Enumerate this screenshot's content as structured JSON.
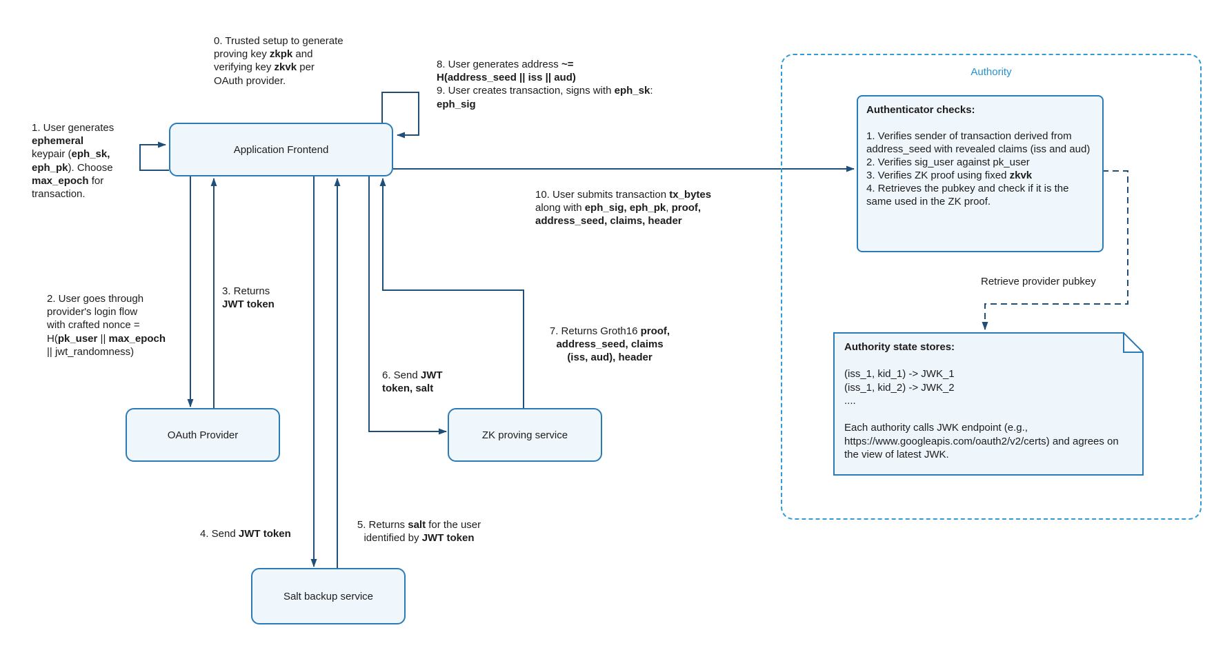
{
  "colors": {
    "box_border": "#2a7ab8",
    "box_fill": "#f0f7fc",
    "arrow": "#1f4e79",
    "authority_border": "#2e9bd6",
    "authority_text": "#2492ce"
  },
  "nodes": {
    "frontend": {
      "label": "Application Frontend"
    },
    "oauth": {
      "label": "OAuth Provider"
    },
    "zk": {
      "label": "ZK proving service"
    },
    "salt": {
      "label": "Salt backup service"
    }
  },
  "annotations": {
    "step0": {
      "segments": [
        {
          "t": "0. Trusted setup to generate\nproving key "
        },
        {
          "t": "zkpk",
          "b": true
        },
        {
          "t": " and\nverifying key "
        },
        {
          "t": "zkvk",
          "b": true
        },
        {
          "t": " per\nOAuth provider."
        }
      ]
    },
    "step89": {
      "segments": [
        {
          "t": "8. User generates address "
        },
        {
          "t": "~=",
          "b": true
        },
        {
          "t": "\n"
        },
        {
          "t": "H(address_seed || iss || aud)",
          "b": true
        },
        {
          "t": "\n9. User creates transaction, signs with "
        },
        {
          "t": "eph_sk",
          "b": true
        },
        {
          "t": ":\n"
        },
        {
          "t": "eph_sig",
          "b": true
        }
      ]
    },
    "step1": {
      "segments": [
        {
          "t": "1. User generates\n"
        },
        {
          "t": "ephemeral",
          "b": true
        },
        {
          "t": "\nkeypair ("
        },
        {
          "t": "eph_sk,\neph_pk",
          "b": true
        },
        {
          "t": "). Choose\n"
        },
        {
          "t": "max_epoch",
          "b": true
        },
        {
          "t": " for\ntransaction."
        }
      ]
    },
    "step2": {
      "segments": [
        {
          "t": "2. User goes through\nprovider's login flow\nwith crafted nonce =\nH("
        },
        {
          "t": "pk_user",
          "b": true
        },
        {
          "t": " || "
        },
        {
          "t": "max_epoch",
          "b": true
        },
        {
          "t": "\n|| jwt_randomness)"
        }
      ]
    },
    "step3": {
      "segments": [
        {
          "t": "3. Returns\n"
        },
        {
          "t": "JWT token",
          "b": true
        }
      ]
    },
    "step4": {
      "segments": [
        {
          "t": "4. Send "
        },
        {
          "t": "JWT token",
          "b": true
        }
      ]
    },
    "step5": {
      "segments": [
        {
          "t": "5. Returns "
        },
        {
          "t": "salt",
          "b": true
        },
        {
          "t": " for the user\nidentified by "
        },
        {
          "t": "JWT token",
          "b": true
        }
      ]
    },
    "step6": {
      "segments": [
        {
          "t": "6. Send "
        },
        {
          "t": "JWT\ntoken, salt",
          "b": true
        }
      ]
    },
    "step7": {
      "segments": [
        {
          "t": "7. Returns Groth16 "
        },
        {
          "t": "proof,",
          "b": true
        },
        {
          "t": "\n"
        },
        {
          "t": "address_seed, claims\n(iss, aud), header",
          "b": true
        }
      ]
    },
    "step10": {
      "segments": [
        {
          "t": "10. User submits transaction "
        },
        {
          "t": "tx_bytes",
          "b": true
        },
        {
          "t": "\nalong with "
        },
        {
          "t": "eph_sig, eph_pk",
          "b": true
        },
        {
          "t": ", "
        },
        {
          "t": "proof,",
          "b": true
        },
        {
          "t": "\n"
        },
        {
          "t": "address_seed, claims, header",
          "b": true
        }
      ]
    }
  },
  "authority": {
    "label": "Authority",
    "retrieve_label": "Retrieve provider pubkey",
    "authenticator": {
      "segments": [
        {
          "t": "Authenticator checks:",
          "b": true
        },
        {
          "t": "\n\n1. Verifies sender of transaction derived from address_seed with revealed claims (iss and aud)\n2. Verifies sig_user against pk_user\n3. Verifies ZK proof using fixed "
        },
        {
          "t": "zkvk",
          "b": true
        },
        {
          "t": "\n4. Retrieves the pubkey and check if it is the same used in the ZK proof."
        }
      ]
    },
    "state_store": {
      "segments": [
        {
          "t": "Authority state stores:",
          "b": true
        },
        {
          "t": "\n\n(iss_1, kid_1) -> JWK_1\n(iss_1, kid_2) -> JWK_2\n....\n\nEach authority calls JWK endpoint (e.g., https://www.googleapis.com/oauth2/v2/certs) and agrees on the view of latest JWK."
        }
      ]
    }
  }
}
